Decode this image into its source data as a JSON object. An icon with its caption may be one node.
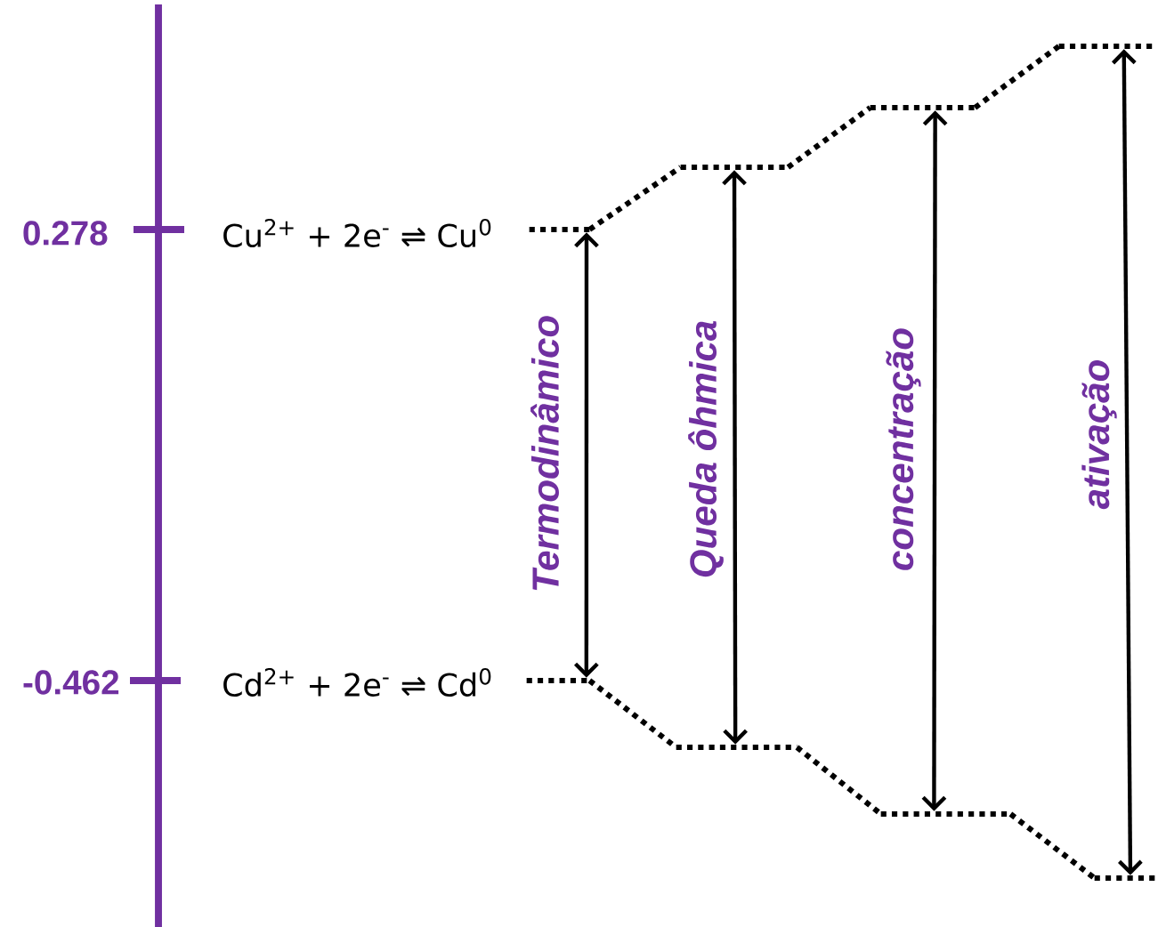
{
  "diagram": {
    "nodes": [
      {
        "text": [
          "Cu$^{2+}$ + 2e$^{-}$ ⇌ Cu$^{0}$"
        ]
      },
      {
        "text": [
          "Cd$^{2+}$ + 2e$^{-}$ ⇌ Cd$^{0}$"
        ]
      },
      {
        "text": [],
        "shape": "bar"
      },
      {
        "text": [],
        "shape": "bar"
      },
      {
        "text": [],
        "shape": "bar"
      },
      {
        "text": [],
        "shape": "bar"
      },
      {
        "text": [],
        "shape": "bar"
      },
      {
        "text": [],
        "shape": "bar"
      },
      {
        "text": [],
        "shape": "bar"
      },
      {
        "text": [],
        "shape": "bar"
      }
    ],
    "edges": [
      {
        "from": 2,
        "to": 6,
        "arrow": "both",
        "label": "Termodinâmico"
      },
      {
        "from": 3,
        "to": 7,
        "arrow": "both",
        "label": "Queda ôhmica"
      },
      {
        "from": 4,
        "to": 8,
        "arrow": "both",
        "label": "concentração"
      },
      {
        "from": 5,
        "to": 9,
        "arrow": "both",
        "label": "ativação"
      },
      {
        "from": 2,
        "to": 3,
        "arrow": "none",
        "style": "dashed"
      },
      {
        "from": 3,
        "to": 4,
        "arrow": "none",
        "style": "dashed"
      },
      {
        "from": 4,
        "to": 5,
        "arrow": "none",
        "style": "dashed"
      },
      {
        "from": 6,
        "to": 7,
        "arrow": "none",
        "style": "dashed"
      },
      {
        "from": 7,
        "to": 8,
        "arrow": "none",
        "style": "dashed"
      },
      {
        "from": 8,
        "to": 9,
        "arrow": "none",
        "style": "dashed"
      }
    ],
    "labels": [
      "0.278",
      "-0.462"
    ]
  }
}
